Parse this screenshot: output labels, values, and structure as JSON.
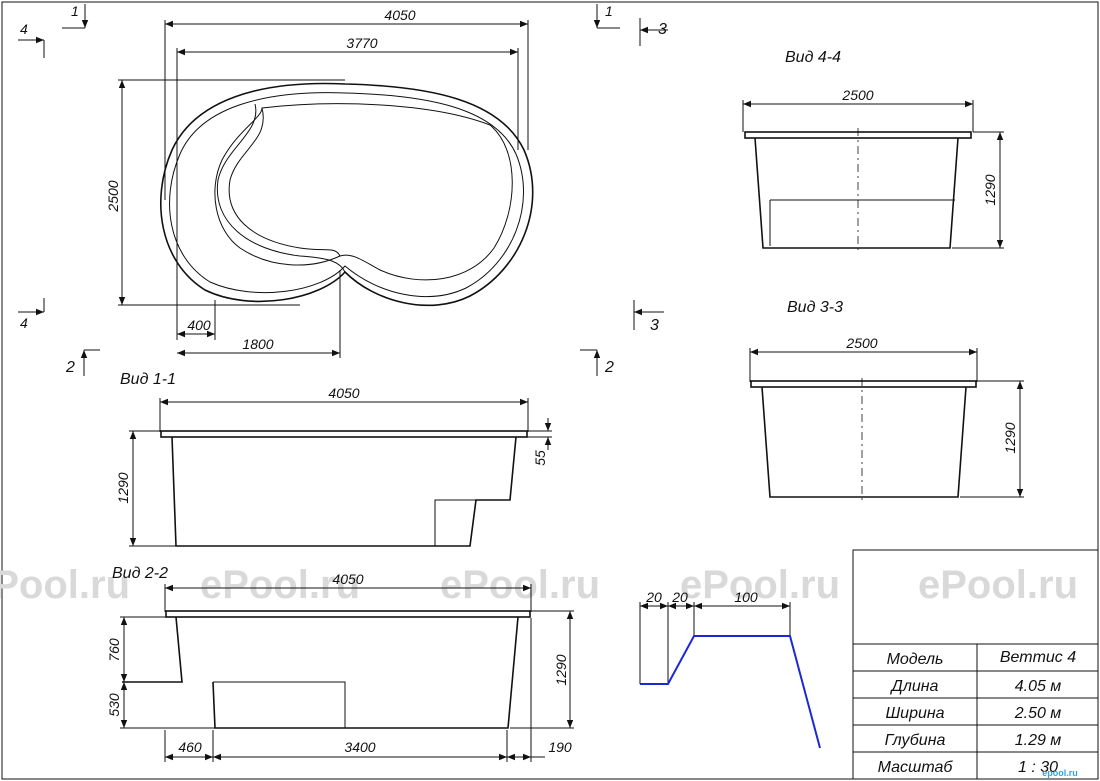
{
  "plan": {
    "dims": {
      "overall_length": "4050",
      "inner_length": "3770",
      "width": "2500",
      "step_offset": "400",
      "step_length": "1800"
    },
    "markers": {
      "top_left": "1",
      "top_right": "1",
      "left_top": "4",
      "left_bottom": "4",
      "right_top": "3",
      "right_bottom": "3",
      "bottom_left": "2",
      "bottom_right": "2"
    }
  },
  "section_4_4": {
    "title": "Вид 4-4",
    "width": "2500",
    "depth": "1290"
  },
  "section_3_3": {
    "title": "Вид 3-3",
    "width": "2500",
    "depth": "1290"
  },
  "section_1_1": {
    "title": "Вид 1-1",
    "length": "4050",
    "depth": "1290",
    "rim": "55"
  },
  "section_2_2": {
    "title": "Вид 2-2",
    "length": "4050",
    "depth_upper": "760",
    "depth_lower": "530",
    "depth_total": "1290",
    "step_a": "460",
    "step_b": "3400",
    "step_c": "190"
  },
  "detail": {
    "d1": "20",
    "d2": "20",
    "d3": "100"
  },
  "watermarks": [
    "ePool.ru",
    "ePool.ru",
    "ePool.ru",
    "ePool.ru",
    "ePool.ru"
  ],
  "spec_table": {
    "rows": [
      {
        "label": "Модель",
        "value": "Веттис 4"
      },
      {
        "label": "Длина",
        "value": "4.05 м"
      },
      {
        "label": "Ширина",
        "value": "2.50 м"
      },
      {
        "label": "Глубина",
        "value": "1.29 м"
      },
      {
        "label": "Масштаб",
        "value": "1 : 30"
      }
    ]
  },
  "corner_logo": "epool.ru"
}
